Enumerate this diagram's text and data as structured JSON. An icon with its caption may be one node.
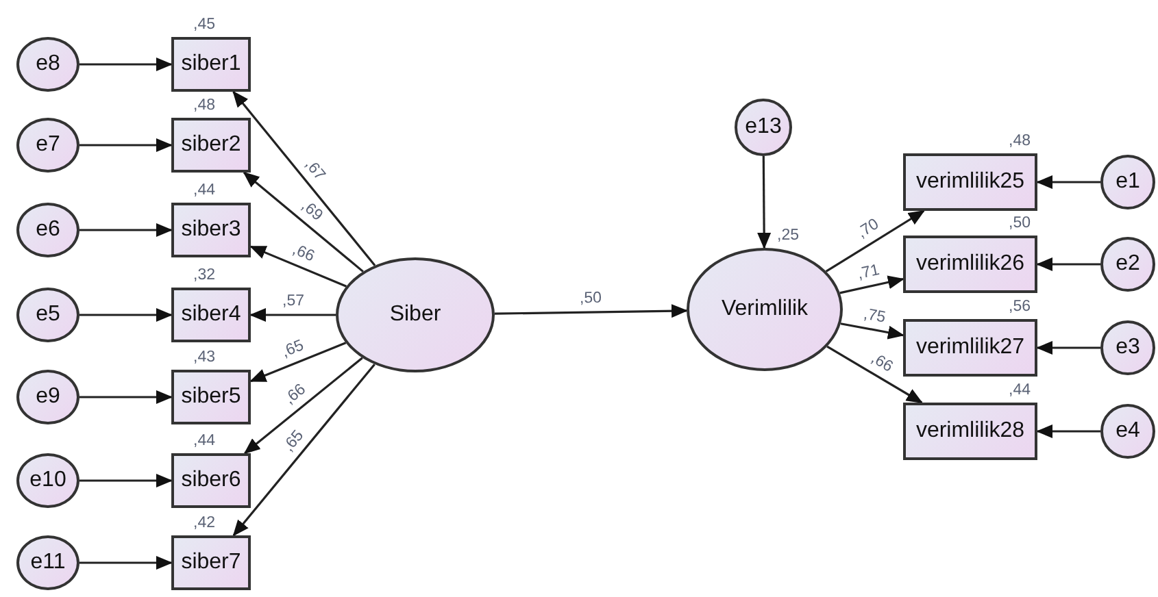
{
  "diagram": {
    "nodes": [
      {
        "text": [
          "e8"
        ]
      },
      {
        "text": [
          "siber1"
        ],
        "beside": [
          ",45"
        ]
      },
      {
        "text": [
          "e7"
        ]
      },
      {
        "text": [
          "siber2"
        ],
        "beside": [
          ",48"
        ]
      },
      {
        "text": [
          "e6"
        ]
      },
      {
        "text": [
          "siber3"
        ],
        "beside": [
          ",44"
        ]
      },
      {
        "text": [
          "e5"
        ]
      },
      {
        "text": [
          "siber4"
        ],
        "beside": [
          ",32"
        ]
      },
      {
        "text": [
          "e9"
        ]
      },
      {
        "text": [
          "siber5"
        ],
        "beside": [
          ",43"
        ]
      },
      {
        "text": [
          "e10"
        ]
      },
      {
        "text": [
          "siber6"
        ],
        "beside": [
          ",44"
        ]
      },
      {
        "text": [
          "e11"
        ]
      },
      {
        "text": [
          "siber7"
        ],
        "beside": [
          ",42"
        ]
      },
      {
        "text": [
          "Siber"
        ]
      },
      {
        "text": [
          "e13"
        ]
      },
      {
        "text": [
          "Verimlilik"
        ],
        "beside": [
          ",25"
        ]
      },
      {
        "text": [
          "verimlilik25"
        ],
        "beside": [
          ",48"
        ]
      },
      {
        "text": [
          "e1"
        ]
      },
      {
        "text": [
          "verimlilik26"
        ],
        "beside": [
          ",50"
        ]
      },
      {
        "text": [
          "e2"
        ]
      },
      {
        "text": [
          "verimlilik27"
        ],
        "beside": [
          ",56"
        ]
      },
      {
        "text": [
          "e3"
        ]
      },
      {
        "text": [
          "verimlilik28"
        ],
        "beside": [
          ",44"
        ]
      },
      {
        "text": [
          "e4"
        ]
      }
    ],
    "edges": [
      {
        "from": 0,
        "to": 1,
        "arrow": "to"
      },
      {
        "from": 2,
        "to": 3,
        "arrow": "to"
      },
      {
        "from": 4,
        "to": 5,
        "arrow": "to"
      },
      {
        "from": 6,
        "to": 7,
        "arrow": "to"
      },
      {
        "from": 8,
        "to": 9,
        "arrow": "to"
      },
      {
        "from": 10,
        "to": 11,
        "arrow": "to"
      },
      {
        "from": 12,
        "to": 13,
        "arrow": "to"
      },
      {
        "from": 14,
        "to": 1,
        "arrow": "to",
        "label": ",67"
      },
      {
        "from": 14,
        "to": 3,
        "arrow": "to",
        "label": ",69"
      },
      {
        "from": 14,
        "to": 5,
        "arrow": "to",
        "label": ",66"
      },
      {
        "from": 14,
        "to": 7,
        "arrow": "to",
        "label": ",57"
      },
      {
        "from": 14,
        "to": 9,
        "arrow": "to",
        "label": ",65"
      },
      {
        "from": 14,
        "to": 11,
        "arrow": "to",
        "label": ",66"
      },
      {
        "from": 14,
        "to": 13,
        "arrow": "to",
        "label": ",65"
      },
      {
        "from": 14,
        "to": 16,
        "arrow": "to",
        "label": ",50"
      },
      {
        "from": 15,
        "to": 16,
        "arrow": "to"
      },
      {
        "from": 16,
        "to": 17,
        "arrow": "to",
        "label": ",70"
      },
      {
        "from": 16,
        "to": 19,
        "arrow": "to",
        "label": ",71"
      },
      {
        "from": 16,
        "to": 21,
        "arrow": "to",
        "label": ",75"
      },
      {
        "from": 16,
        "to": 23,
        "arrow": "to",
        "label": ",66"
      },
      {
        "from": 18,
        "to": 17,
        "arrow": "to"
      },
      {
        "from": 20,
        "to": 19,
        "arrow": "to"
      },
      {
        "from": 22,
        "to": 21,
        "arrow": "to"
      },
      {
        "from": 24,
        "to": 23,
        "arrow": "to"
      }
    ]
  }
}
